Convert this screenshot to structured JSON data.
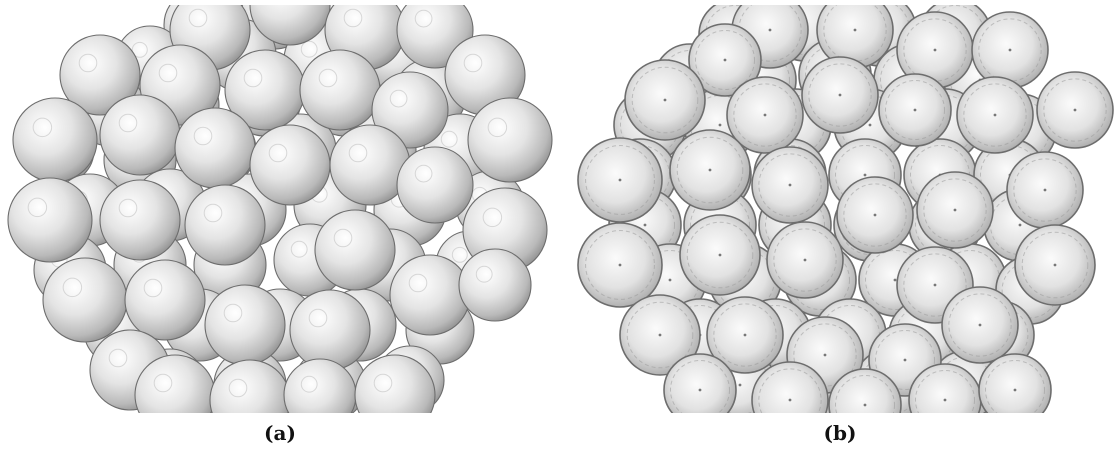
{
  "panels": [
    {
      "id": "a",
      "caption": "(a)",
      "surface": "smooth"
    },
    {
      "id": "b",
      "caption": "(b)",
      "surface": "faceted"
    }
  ],
  "colors": {
    "background": "#ffffff",
    "sphere_highlight": "#ffffff",
    "sphere_mid": "#d6d6d6",
    "sphere_shadow": "#8a8a8a",
    "sphere_edge": "#6d6d6d"
  }
}
